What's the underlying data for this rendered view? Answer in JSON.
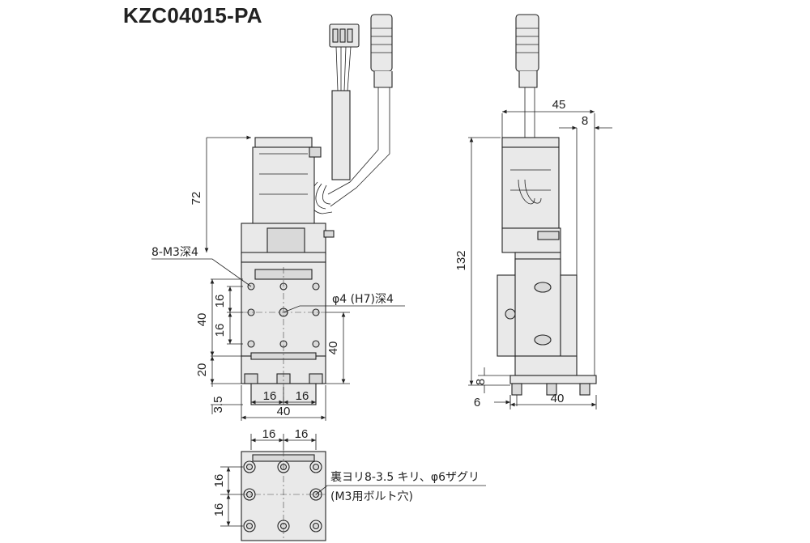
{
  "title": "KZC04015-PA",
  "front_view": {
    "dim_height_motor": "72",
    "dim_holes_label": "8-M3深4",
    "dim_16_upper": "16",
    "dim_40_left": "40",
    "dim_16_lower": "16",
    "dim_20": "20",
    "dim_3_5": "3.5",
    "dim_16_bottom_left": "16",
    "dim_16_bottom_right": "16",
    "dim_40_bottom": "40",
    "dim_40_right": "40",
    "pin_hole_label": "φ4 (H7)深4"
  },
  "side_view": {
    "dim_45": "45",
    "dim_8_top": "8",
    "dim_132": "132",
    "dim_8_bottom": "8",
    "dim_6": "6",
    "dim_40_bottom": "40"
  },
  "bottom_view": {
    "dim_16_left": "16",
    "dim_16_right": "16",
    "dim_16_upper": "16",
    "dim_16_lower": "16",
    "note_line1": "裏ヨリ8-3.5 キリ、φ6ザグリ",
    "note_line2": "(M3用ボルト穴)"
  }
}
